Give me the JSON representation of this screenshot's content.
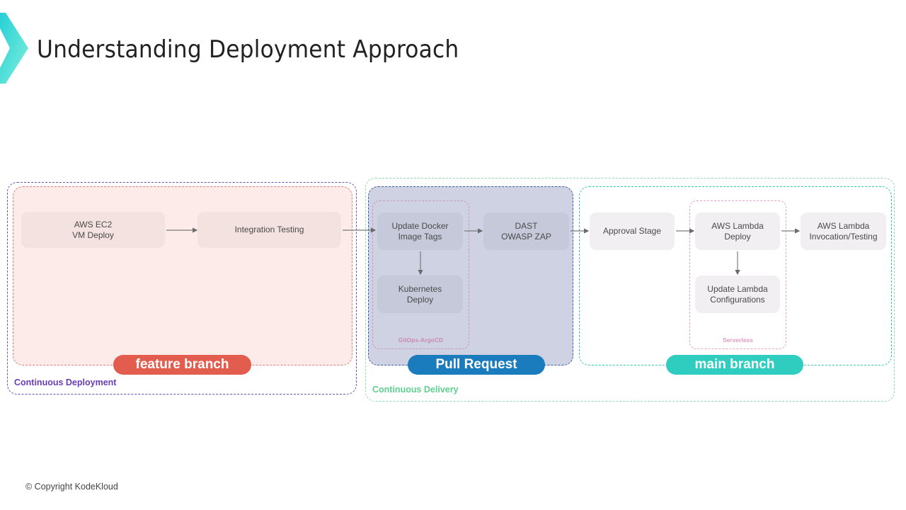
{
  "title": "Understanding Deployment Approach",
  "copyright": "© Copyright KodeKloud",
  "colors": {
    "feature_branch": "#e35d4f",
    "pull_request": "#1a7bbd",
    "main_branch": "#2ecdbf",
    "continuous_deployment": "#6a3db8",
    "continuous_delivery": "#5fd08f",
    "gitops_label": "#c98bb0",
    "serverless_label": "#e29ac4"
  },
  "groups": {
    "continuous_deployment": {
      "label": "Continuous Deployment"
    },
    "continuous_delivery": {
      "label": "Continuous Delivery"
    }
  },
  "stages": {
    "feature_branch": {
      "label": "feature branch",
      "nodes": [
        {
          "lines": [
            "AWS EC2",
            "VM Deploy"
          ]
        },
        {
          "lines": [
            "Integration Testing"
          ]
        }
      ]
    },
    "pull_request": {
      "label": "Pull Request",
      "subgroup": "GitOps-ArgoCD",
      "nodes": [
        {
          "lines": [
            "Update Docker",
            "Image Tags"
          ]
        },
        {
          "lines": [
            "Kubernetes",
            "Deploy"
          ]
        },
        {
          "lines": [
            "DAST",
            "OWASP ZAP"
          ]
        }
      ]
    },
    "main_branch": {
      "label": "main branch",
      "subgroup": "Serverless",
      "nodes": [
        {
          "lines": [
            "Approval Stage"
          ]
        },
        {
          "lines": [
            "AWS Lambda",
            "Deploy"
          ]
        },
        {
          "lines": [
            "Update Lambda",
            "Configurations"
          ]
        },
        {
          "lines": [
            "AWS Lambda",
            "Invocation/Testing"
          ]
        }
      ]
    }
  },
  "flow": [
    [
      "AWS EC2 VM Deploy",
      "Integration Testing"
    ],
    [
      "Integration Testing",
      "Update Docker Image Tags"
    ],
    [
      "Update Docker Image Tags",
      "Kubernetes Deploy"
    ],
    [
      "Update Docker Image Tags",
      "DAST OWASP ZAP"
    ],
    [
      "DAST OWASP ZAP",
      "Approval Stage"
    ],
    [
      "Approval Stage",
      "AWS Lambda Deploy"
    ],
    [
      "AWS Lambda Deploy",
      "Update Lambda Configurations"
    ],
    [
      "AWS Lambda Deploy",
      "AWS Lambda Invocation/Testing"
    ]
  ]
}
